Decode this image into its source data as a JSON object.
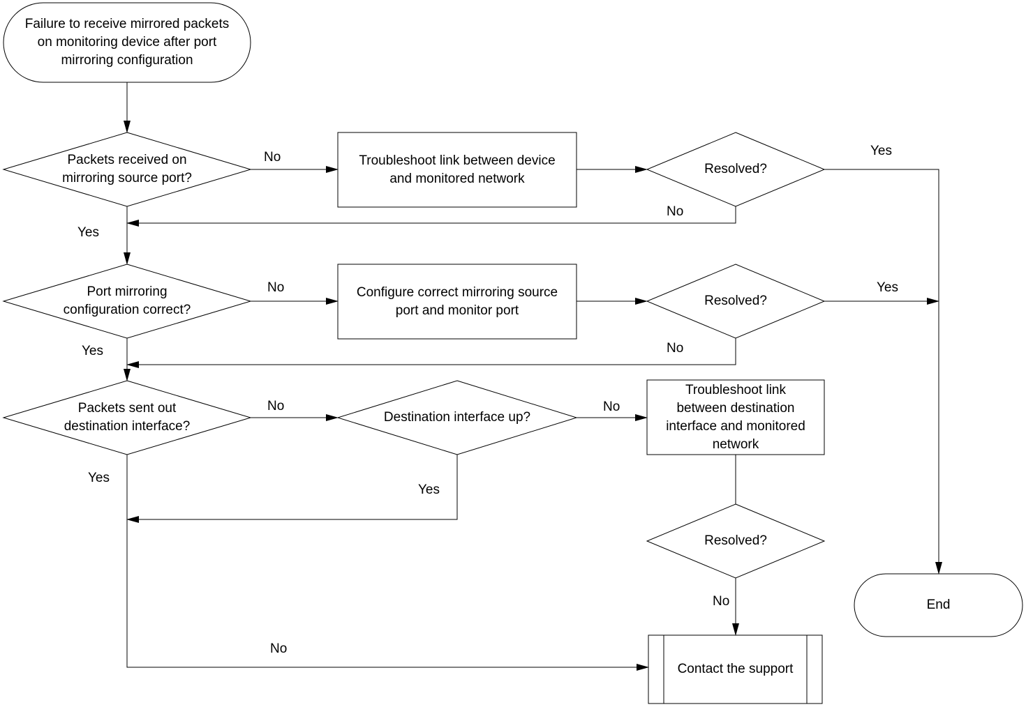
{
  "nodes": {
    "start": "Failure to receive mirrored packets\non monitoring device after port\nmirroring configuration",
    "d1": "Packets received on\nmirroring source port?",
    "p1": "Troubleshoot link between device\nand monitored network",
    "r1": "Resolved?",
    "d2": "Port mirroring\nconfiguration correct?",
    "p2": "Configure correct mirroring source\nport and monitor port",
    "r2": "Resolved?",
    "d3": "Packets sent out\ndestination interface?",
    "d4": "Destination interface up?",
    "p3": "Troubleshoot link\nbetween destination\ninterface and monitored\nnetwork",
    "r3": "Resolved?",
    "support": "Contact the support",
    "end": "End"
  },
  "edges": {
    "d1_no": "No",
    "r1_yes": "Yes",
    "r1_no": "No",
    "d1_yes": "Yes",
    "d2_no": "No",
    "r2_yes": "Yes",
    "r2_no": "No",
    "d2_yes": "Yes",
    "d3_no": "No",
    "d4_no": "No",
    "d3_yes": "Yes",
    "d4_yes": "Yes",
    "r3_no": "No",
    "d3_to_support_no": "No"
  },
  "colors": {
    "stroke": "#000000",
    "fill": "#ffffff",
    "text": "#000000"
  }
}
